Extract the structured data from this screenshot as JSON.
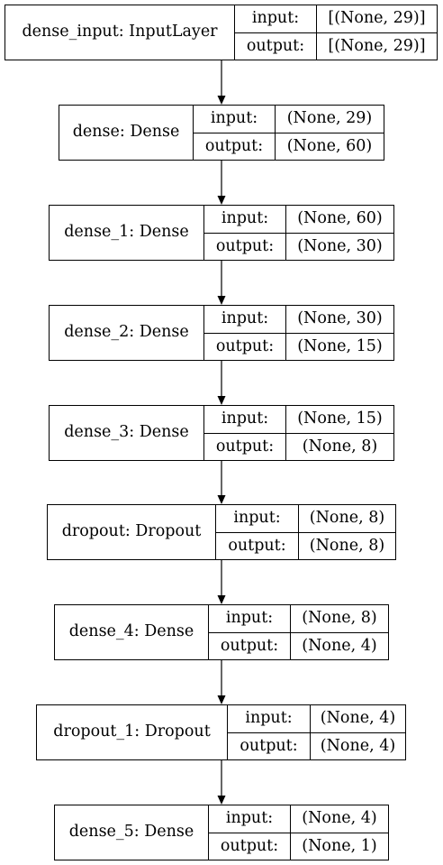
{
  "diagram": {
    "io_labels": {
      "input": "input:",
      "output": "output:"
    },
    "layers": [
      {
        "name": "dense_input: InputLayer",
        "input": "[(None, 29)]",
        "output": "[(None, 29)]"
      },
      {
        "name": "dense: Dense",
        "input": "(None, 29)",
        "output": "(None, 60)"
      },
      {
        "name": "dense_1: Dense",
        "input": "(None, 60)",
        "output": "(None, 30)"
      },
      {
        "name": "dense_2: Dense",
        "input": "(None, 30)",
        "output": "(None, 15)"
      },
      {
        "name": "dense_3: Dense",
        "input": "(None, 15)",
        "output": "(None, 8)"
      },
      {
        "name": "dropout: Dropout",
        "input": "(None, 8)",
        "output": "(None, 8)"
      },
      {
        "name": "dense_4: Dense",
        "input": "(None, 8)",
        "output": "(None, 4)"
      },
      {
        "name": "dropout_1: Dropout",
        "input": "(None, 4)",
        "output": "(None, 4)"
      },
      {
        "name": "dense_5: Dense",
        "input": "(None, 4)",
        "output": "(None, 1)"
      }
    ],
    "colors": {
      "stroke": "#000000",
      "background": "#ffffff",
      "text": "#000000"
    }
  }
}
